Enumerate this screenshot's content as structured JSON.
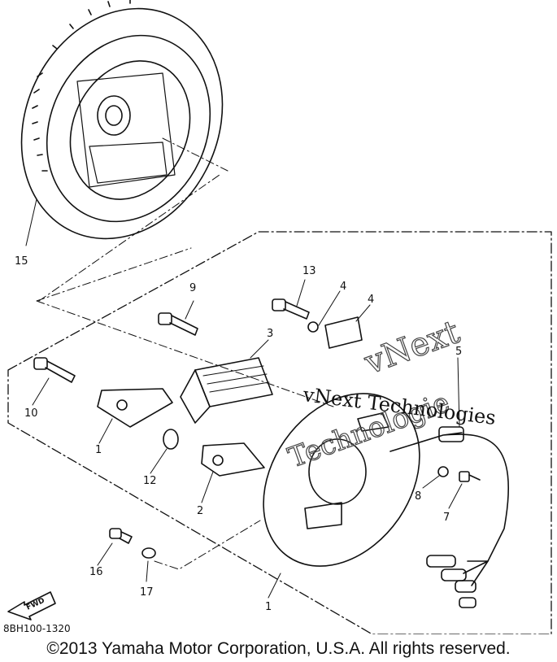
{
  "diagram": {
    "part_labels": [
      "15",
      "9",
      "13",
      "4",
      "4",
      "3",
      "5",
      "10",
      "1",
      "12",
      "2",
      "8",
      "7",
      "16",
      "17",
      "1"
    ],
    "watermark_primary": "vNext Technologies",
    "watermark_ghost_top": "vNext",
    "watermark_ghost_bottom": "Technologie",
    "fwd_label": "FWD",
    "diagram_code": "8BH100-1320"
  },
  "footer": {
    "copyright": "©2013 Yamaha Motor Corporation, U.S.A. All rights reserved."
  }
}
